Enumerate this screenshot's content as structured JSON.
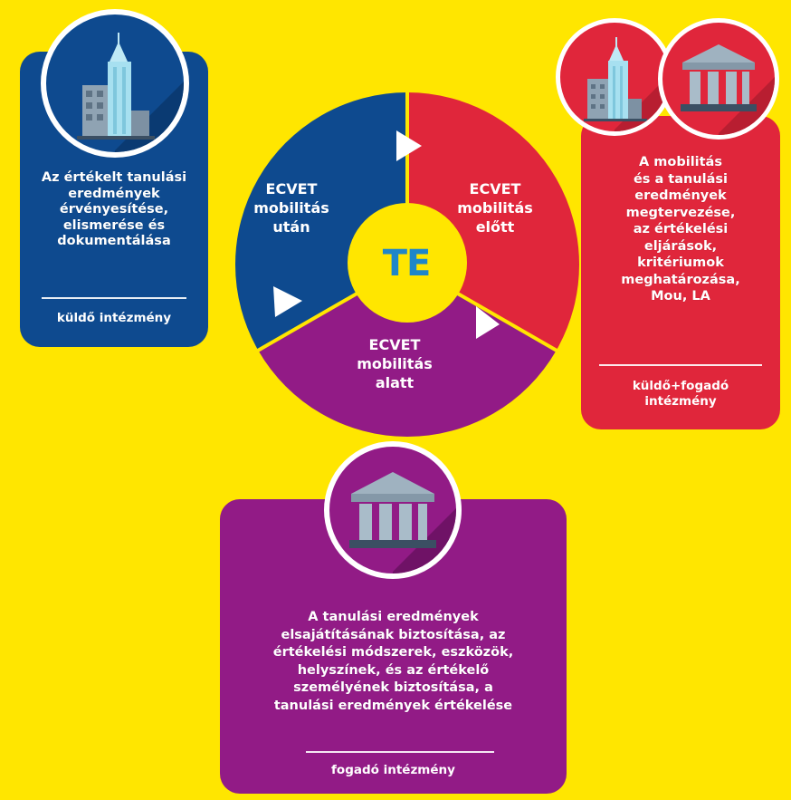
{
  "colors": {
    "background": "#FFE600",
    "blue": "#0E4A8F",
    "red": "#E0263B",
    "purple": "#921B86",
    "center_text": "#1F86C9"
  },
  "wheel": {
    "center": "TE",
    "segments": [
      {
        "label": "ECVET\nmobilitás\nután",
        "color": "blue"
      },
      {
        "label": "ECVET\nmobilitás\nelőtt",
        "color": "red"
      },
      {
        "label": "ECVET\nmobilitás\nalatt",
        "color": "purple"
      }
    ]
  },
  "cards": {
    "blue": {
      "icon": "skyscraper-icon",
      "text": "Az értékelt tanulási\neredmények\nérvényesítése,\nelismerése és\ndokumentálása",
      "footer": "küldő intézmény"
    },
    "red": {
      "icons": [
        "skyscraper-icon",
        "institution-icon"
      ],
      "text": "A mobilitás\nés a tanulási\neredmények\nmegtervezése,\naz értékelési\neljárások,\nkritériumok\nmeghatározása,\nMou, LA",
      "footer": "küldő+fogadó\nintézmény"
    },
    "purple": {
      "icon": "institution-icon",
      "text": "A tanulási eredmények\nelsajátításának biztosítása, az\nértékelési módszerek, eszközök,\nhelyszínek, és az értékelő\nszemélyének biztosítása, a\ntanulási eredmények értékelése",
      "footer": "fogadó intézmény"
    }
  }
}
